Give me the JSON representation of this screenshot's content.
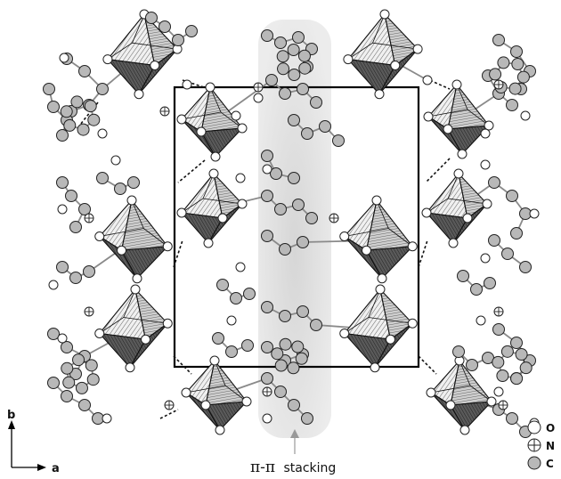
{
  "axes": {
    "b_label": "b",
    "a_label": "a"
  },
  "annotation": {
    "pi_symbol": "π-π",
    "text": "stacking"
  },
  "legend": {
    "items": [
      {
        "label": "O",
        "atom": "oxygen"
      },
      {
        "label": "N",
        "atom": "nitrogen"
      },
      {
        "label": "C",
        "atom": "carbon"
      }
    ]
  },
  "colors": {
    "oxygen_fill": "#ffffff",
    "carbon_fill": "#b8b8b8",
    "bond": "#8a8a8a",
    "polyhedron_light": "#e6e6e6",
    "polyhedron_dark": "#4a4a4a",
    "stacking_band": "#e3e3e3",
    "unit_cell": "#000000"
  }
}
